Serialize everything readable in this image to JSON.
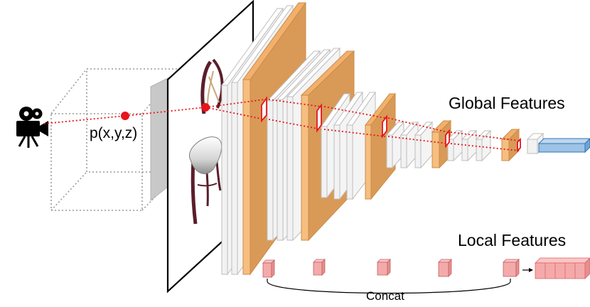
{
  "labels": {
    "point": "p(x,y,z)",
    "global_features": "Global Features",
    "local_features": "Local Features",
    "concat": "Concat"
  },
  "icons": [
    "camera-icon"
  ],
  "colors": {
    "orange": "#F2B06B",
    "orange_dark": "#D99A57",
    "white_layer": "#F4F4F4",
    "layer_edge": "#BDBDBD",
    "red": "#E8141C",
    "blue": "#9DC3E6",
    "pink": "#F4AAAA",
    "grey_plane": "#C8C8C8"
  }
}
